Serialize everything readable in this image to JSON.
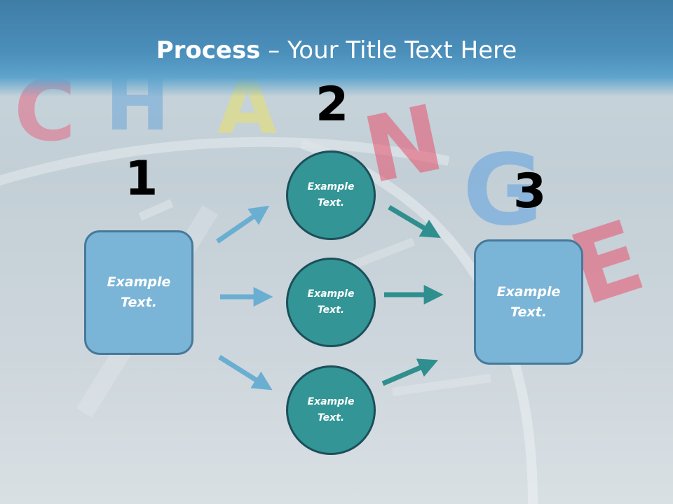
{
  "title": {
    "bold": "Process",
    "rest": " – Your Title Text Here"
  },
  "steps": [
    {
      "number": "1"
    },
    {
      "number": "2"
    },
    {
      "number": "3"
    }
  ],
  "left_box": {
    "line1": "Example",
    "line2": "Text."
  },
  "right_box": {
    "line1": "Example",
    "line2": "Text."
  },
  "circles": [
    {
      "line1": "Example",
      "line2": "Text."
    },
    {
      "line1": "Example",
      "line2": "Text."
    },
    {
      "line1": "Example",
      "line2": "Text."
    }
  ],
  "background_letters": "CHANGE",
  "colors": {
    "title_band": "#4b8fbb",
    "box_fill": "#7ab4d6",
    "box_border": "#46799a",
    "circle_fill": "#339596",
    "circle_border": "#1c4f5a",
    "arrow_light": "#6aaed2",
    "arrow_teal": "#2f8f8e"
  }
}
